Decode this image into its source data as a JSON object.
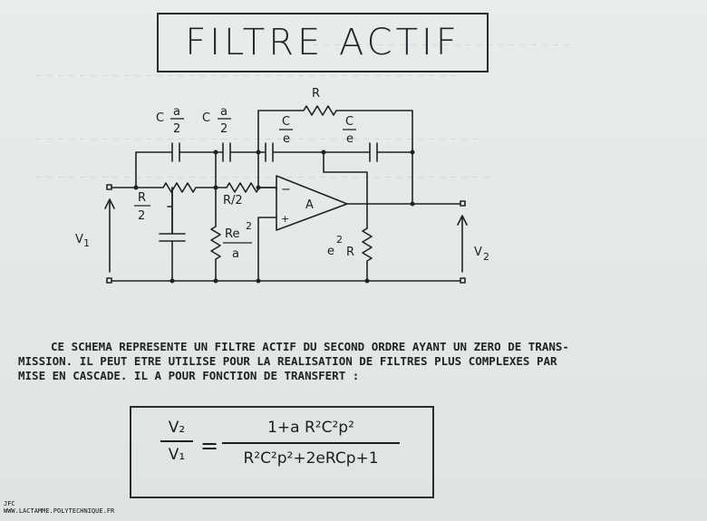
{
  "title": "FILTRE ACTIF",
  "circuit": {
    "labels": {
      "cap_left_coef": "C",
      "cap_left_num": "a",
      "cap_left_den": "2",
      "cap_mid_coef": "C",
      "cap_mid_num": "a",
      "cap_mid_den": "2",
      "cap_e1_num": "C",
      "cap_e1_den": "e",
      "cap_e2_num": "C",
      "cap_e2_den": "e",
      "r_feedback": "R",
      "r_half_num": "R",
      "r_half_den": "2",
      "r_slash": "R/2",
      "re2_num": "Re",
      "re2_exp": "2",
      "re2_den": "a",
      "e2r_base": "e",
      "e2r_exp": "2",
      "e2r_r": "R",
      "amp": "A",
      "minus": "−",
      "plus": "+",
      "v1": "V",
      "v1_sub": "1",
      "v2": "V",
      "v2_sub": "2"
    }
  },
  "description": {
    "line1": "CE SCHEMA REPRESENTE UN FILTRE ACTIF DU SECOND ORDRE AYANT UN ZERO DE TRANS-",
    "line2": "MISSION. IL PEUT ETRE UTILISE POUR LA REALISATION DE FILTRES PLUS COMPLEXES PAR",
    "line3": "MISE EN CASCADE. IL A POUR FONCTION DE TRANSFERT :"
  },
  "formula": {
    "lhs_num": "V₂",
    "lhs_den": "V₁",
    "equals": "=",
    "rhs_num": "1+a R²C²p²",
    "rhs_den": "R²C²p²+2eRCp+1"
  },
  "watermark": {
    "line1": "JFC",
    "line2": "WWW.LACTAMME.POLYTECHNIQUE.FR"
  }
}
